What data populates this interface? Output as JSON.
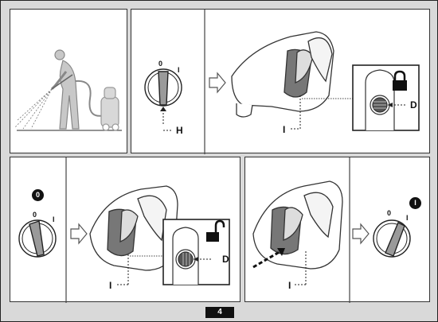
{
  "page": {
    "number": "4"
  },
  "panel_step1": {},
  "panel_step2": {
    "knob_position_zero": "0",
    "knob_position_one": "I",
    "callout_h": "H",
    "callout_d": "D",
    "callout_i": "I"
  },
  "panel_step3": {
    "badge": "0",
    "knob_position_zero": "0",
    "knob_position_one": "I",
    "callout_d": "D",
    "callout_i": "I"
  },
  "panel_step4": {
    "badge": "I",
    "knob_position_zero": "0",
    "knob_position_one": "I",
    "callout_i": "I"
  },
  "colors": {
    "background": "#d9d9d9",
    "ink": "#111111",
    "knob_fill": "#9a9a9a"
  },
  "icons": [
    "lock-closed-icon",
    "lock-open-icon",
    "arrow-right-icon"
  ]
}
